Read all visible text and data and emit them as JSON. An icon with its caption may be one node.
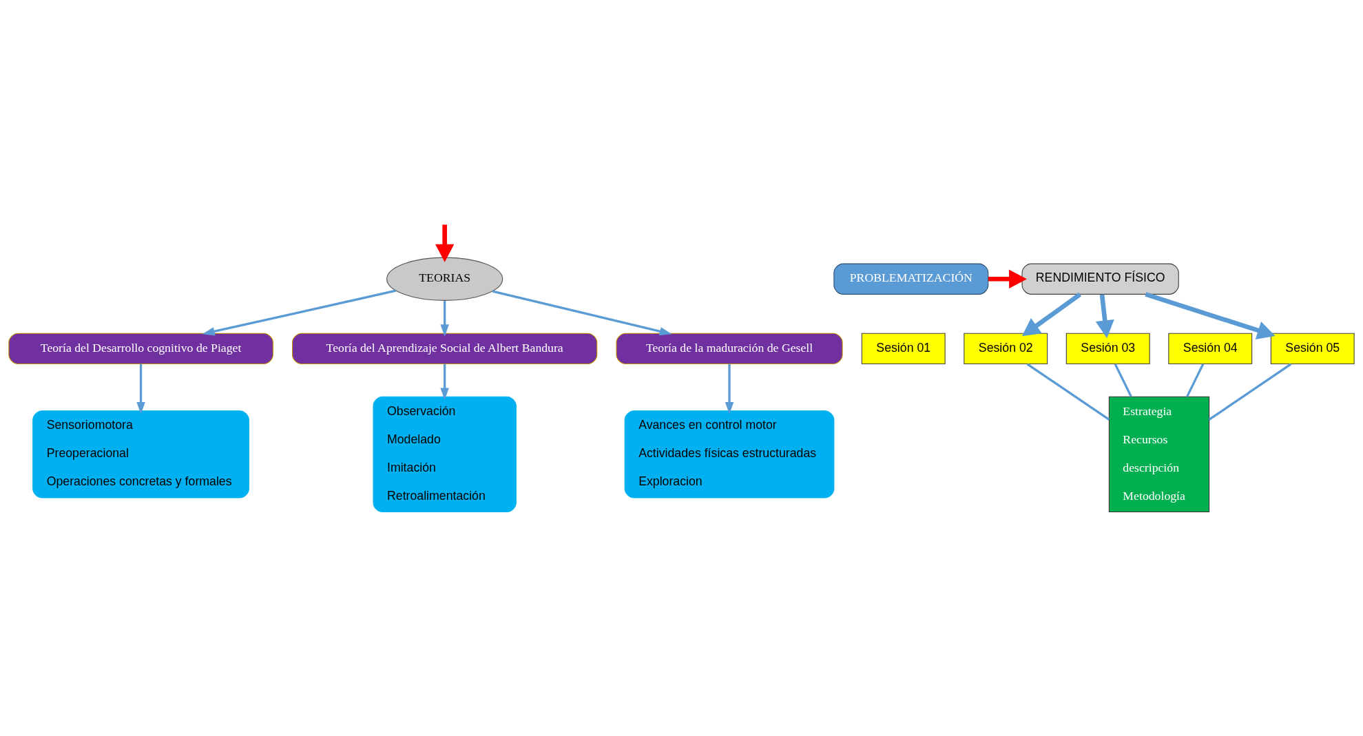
{
  "diagram": {
    "nodes": [
      {
        "text": [
          "TEORIAS"
        ]
      },
      {
        "text": [
          "Teoría del Desarrollo cognitivo de Piaget"
        ]
      },
      {
        "text": [
          "Teoría del Aprendizaje Social de Albert Bandura"
        ]
      },
      {
        "text": [
          "Teoría de la maduración de Gesell"
        ]
      },
      {
        "text": [
          "Sensoriomotora",
          "Preoperacional",
          "Operaciones concretas y formales"
        ]
      },
      {
        "text": [
          "Observación",
          "Modelado",
          "Imitación",
          "Retroalimentación"
        ]
      },
      {
        "text": [
          "Avances en control motor",
          "Actividades físicas estructuradas",
          "Exploracion"
        ]
      },
      {
        "text": [
          "PROBLEMATIZACIÓN"
        ]
      },
      {
        "text": [
          "RENDIMIENTO FÍSICO"
        ]
      },
      {
        "text": [
          "Sesión 01"
        ]
      },
      {
        "text": [
          "Sesión 02"
        ]
      },
      {
        "text": [
          "Sesión 03"
        ]
      },
      {
        "text": [
          "Sesión 04"
        ]
      },
      {
        "text": [
          "Sesión 05"
        ]
      },
      {
        "text": [
          "Estrategia",
          "Recursos",
          "descripción",
          "Metodología"
        ]
      }
    ],
    "edges": [
      {
        "from": null,
        "to": 0,
        "arrow": "to",
        "style": "thick",
        "color": "#ff0000"
      },
      {
        "from": 0,
        "to": 1,
        "arrow": "to"
      },
      {
        "from": 0,
        "to": 2,
        "arrow": "to"
      },
      {
        "from": 0,
        "to": 3,
        "arrow": "to"
      },
      {
        "from": 1,
        "to": 4,
        "arrow": "to"
      },
      {
        "from": 2,
        "to": 5,
        "arrow": "to"
      },
      {
        "from": 3,
        "to": 6,
        "arrow": "to"
      },
      {
        "from": 7,
        "to": 8,
        "arrow": "to",
        "style": "thick",
        "color": "#ff0000"
      },
      {
        "from": 8,
        "to": 10,
        "arrow": "to",
        "style": "thick"
      },
      {
        "from": 8,
        "to": 11,
        "arrow": "to",
        "style": "thick"
      },
      {
        "from": 8,
        "to": 13,
        "arrow": "to",
        "style": "thick"
      },
      {
        "from": 10,
        "to": 14,
        "arrow": "none"
      },
      {
        "from": 11,
        "to": 14,
        "arrow": "none"
      },
      {
        "from": 12,
        "to": 14,
        "arrow": "none"
      },
      {
        "from": 13,
        "to": 14,
        "arrow": "none"
      }
    ]
  }
}
